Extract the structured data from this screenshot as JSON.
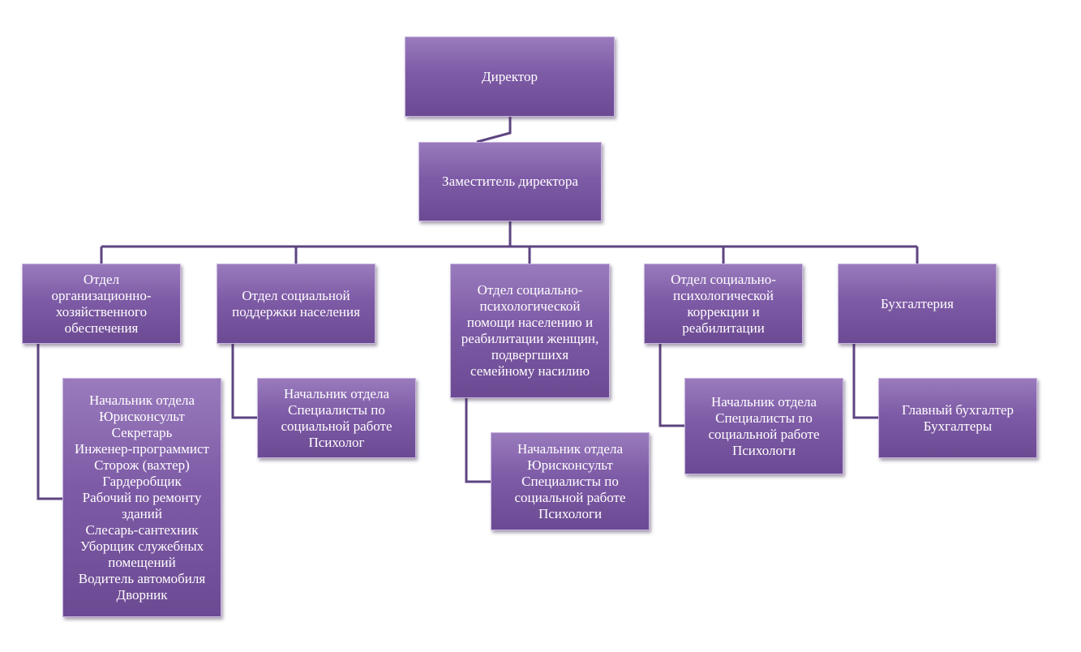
{
  "nodes": {
    "director": [
      "Директор"
    ],
    "deputy": [
      "Заместитель директора"
    ],
    "dept_admin": [
      "Отдел",
      "организационно-",
      "хозяйственного",
      "обеспечения"
    ],
    "dept_social_support": [
      "Отдел социальной",
      "поддержки населения"
    ],
    "dept_psych_help": [
      "Отдел социально-",
      "психологической",
      "помощи населению и",
      "реабилитации женщин,",
      "подвергшихя",
      "семейному насилию"
    ],
    "dept_correction": [
      "Отдел социально-",
      "психологической",
      "коррекции и",
      "реабилитации"
    ],
    "dept_accounting": [
      "Бухгалтерия"
    ],
    "staff_admin": [
      "Начальник отдела",
      "Юрисконсульт",
      "Секретарь",
      "Инженер-программист",
      "Сторож (вахтер)",
      "Гардеробщик",
      "Рабочий по ремонту",
      "зданий",
      "Слесарь-сантехник",
      "Уборщик служебных",
      "помещений",
      "Водитель автомобиля",
      "Дворник"
    ],
    "staff_social_support": [
      "Начальник отдела",
      "Специалисты по",
      "социальной работе",
      "Психолог"
    ],
    "staff_psych_help": [
      "Начальник отдела",
      "Юрисконсульт",
      "Специалисты по",
      "социальной работе",
      "Психологи"
    ],
    "staff_correction": [
      "Начальник отдела",
      "Специалисты по",
      "социальной работе",
      "Психологи"
    ],
    "staff_accounting": [
      "Главный бухгалтер",
      "Бухгалтеры"
    ]
  },
  "colors": {
    "box_fill": "#7e5ba6",
    "box_border": "#c9b6de",
    "connector": "#5e4482",
    "text": "#ffffff"
  }
}
